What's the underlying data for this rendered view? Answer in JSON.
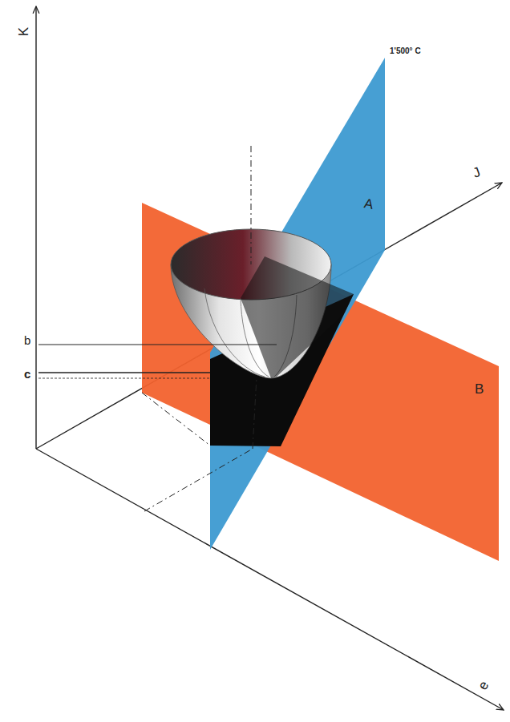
{
  "diagram": {
    "labels": [
      "K",
      "1'500° C",
      "J",
      "A",
      "b",
      "c",
      "B",
      "e"
    ]
  }
}
